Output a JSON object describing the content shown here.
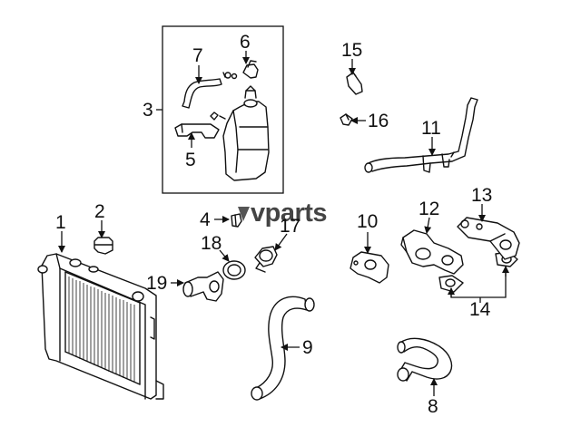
{
  "watermark": "vparts",
  "callouts": {
    "c1": "1",
    "c2": "2",
    "c3": "3",
    "c4": "4",
    "c5": "5",
    "c6": "6",
    "c7": "7",
    "c8": "8",
    "c9": "9",
    "c10": "10",
    "c11": "11",
    "c12": "12",
    "c13": "13",
    "c14": "14",
    "c15": "15",
    "c16": "16",
    "c17": "17",
    "c18": "18",
    "c19": "19"
  }
}
